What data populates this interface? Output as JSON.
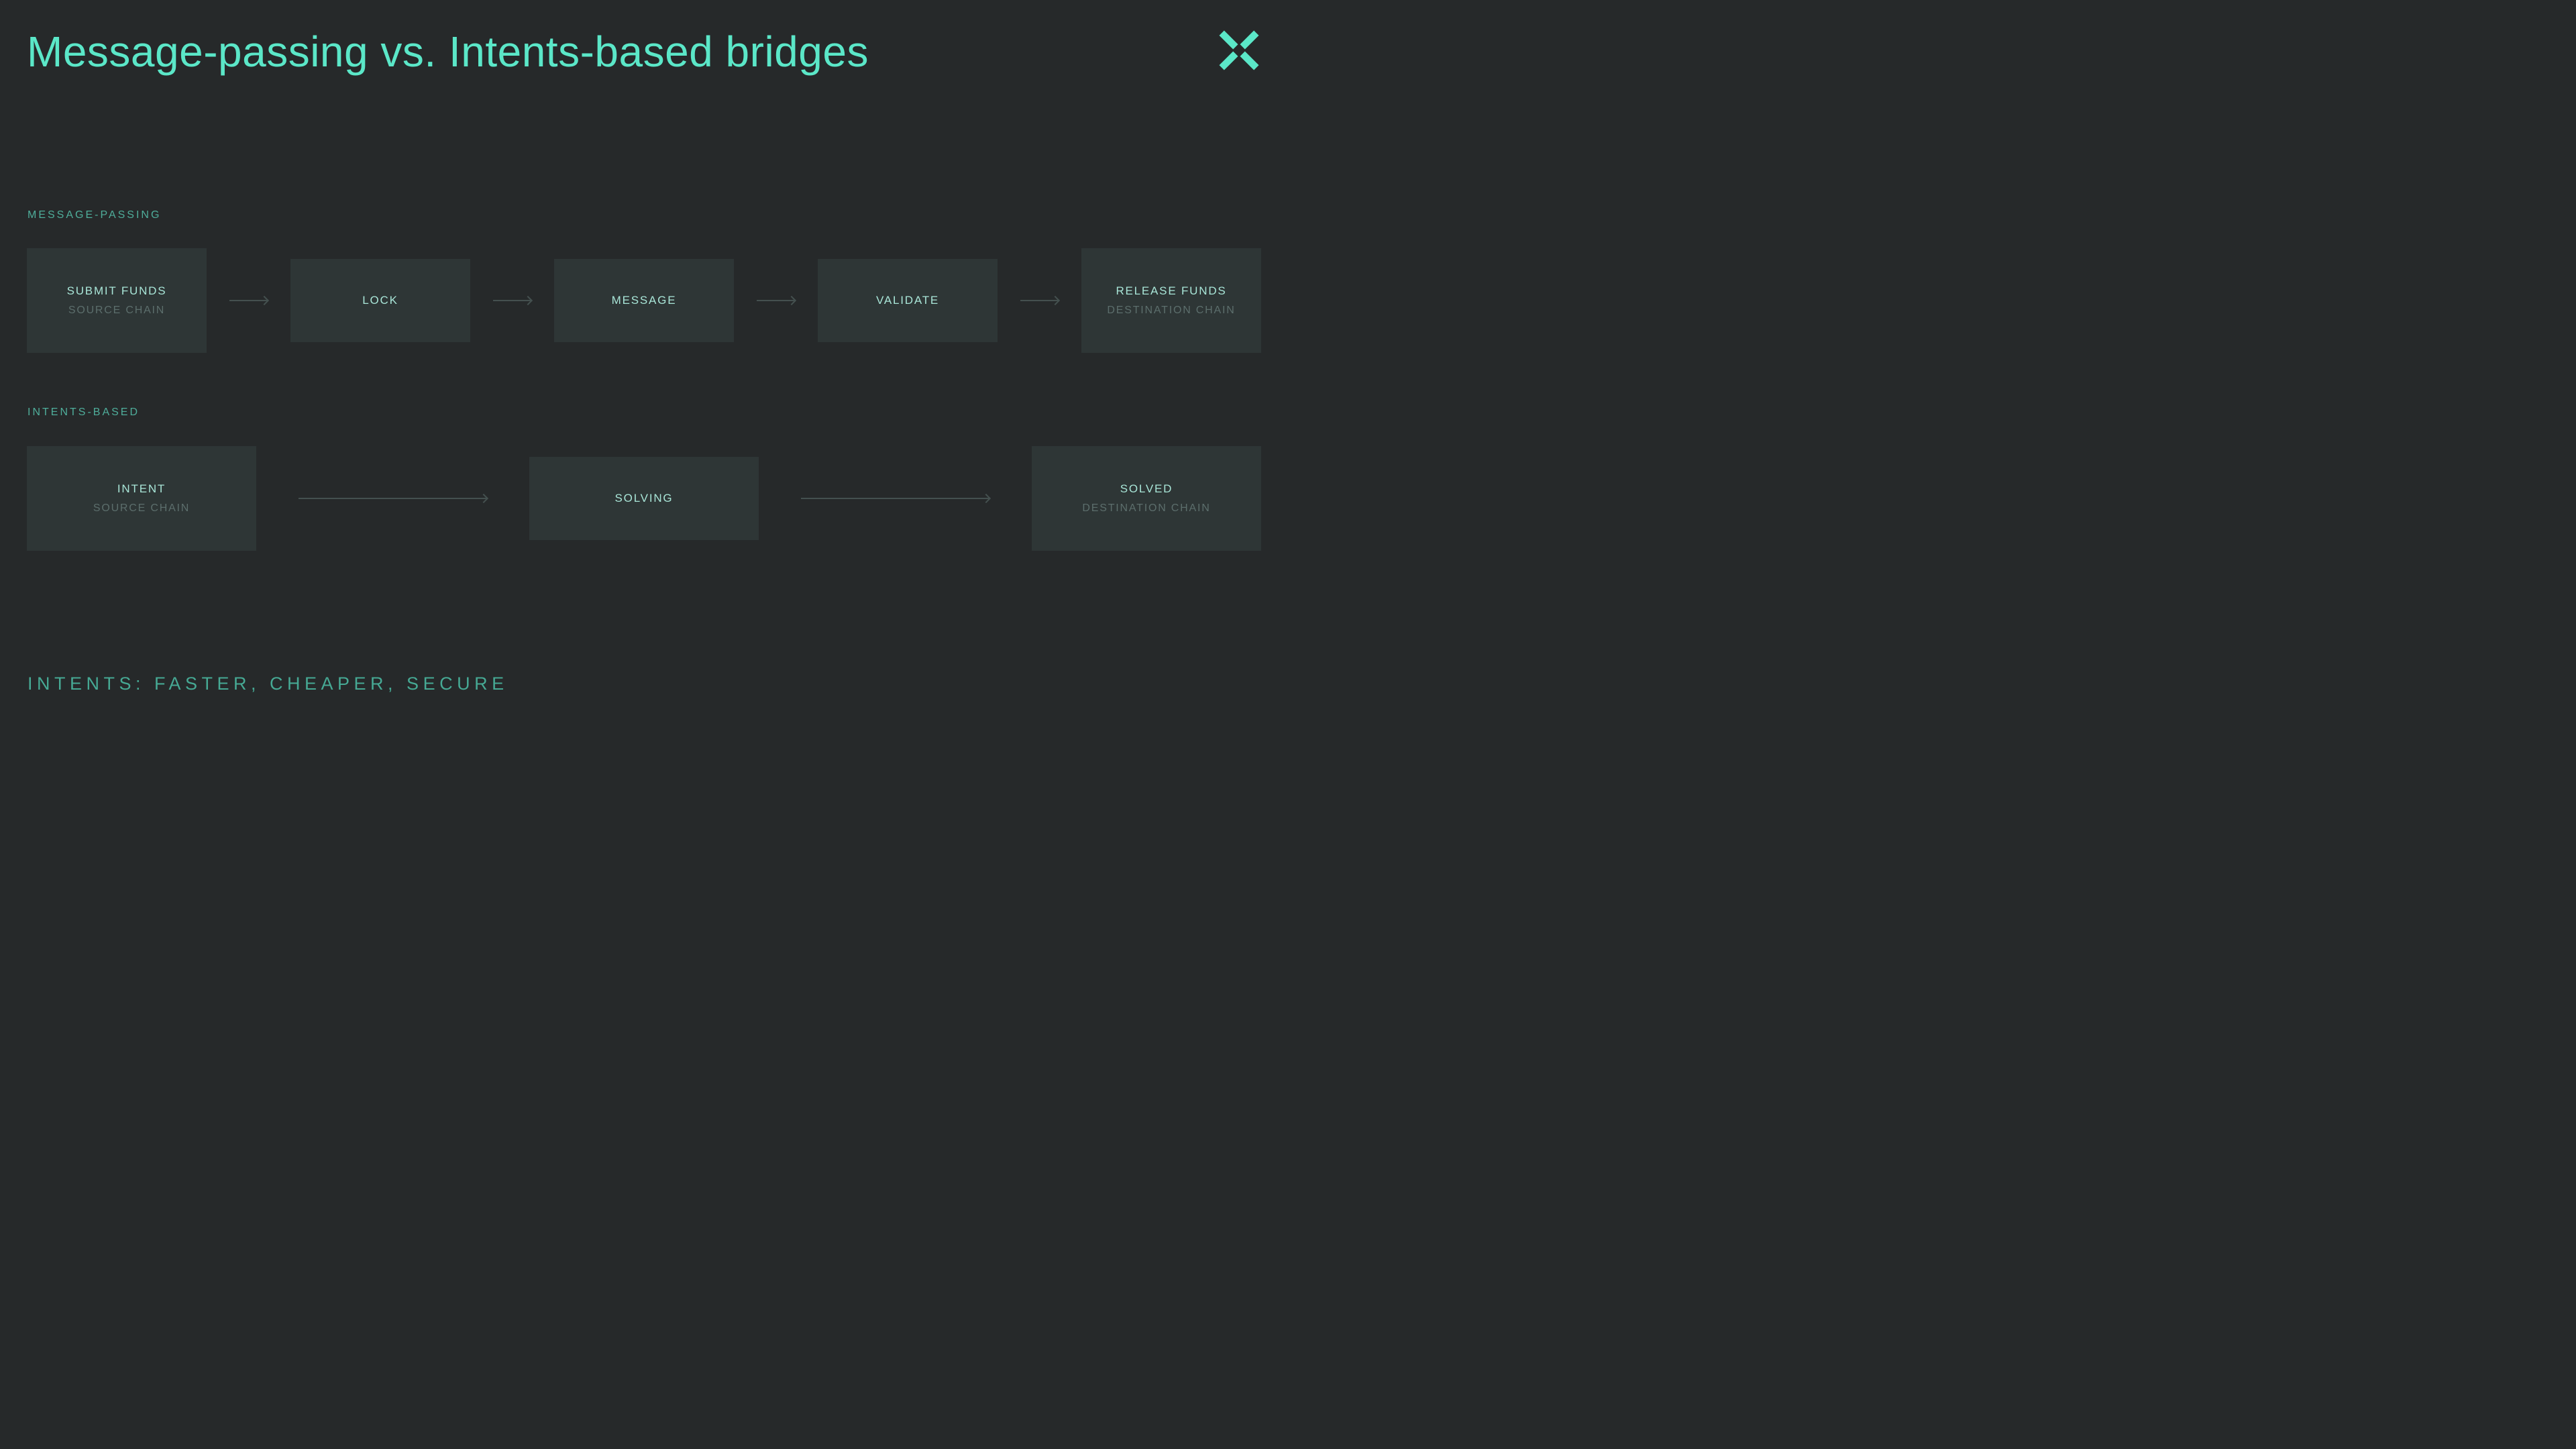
{
  "header": {
    "title": "Message-passing vs. Intents-based bridges"
  },
  "flows": [
    {
      "label": "MESSAGE-PASSING",
      "steps": [
        {
          "title": "SUBMIT FUNDS",
          "subtitle": "SOURCE CHAIN"
        },
        {
          "title": "LOCK"
        },
        {
          "title": "MESSAGE"
        },
        {
          "title": "VALIDATE"
        },
        {
          "title": "RELEASE FUNDS",
          "subtitle": "DESTINATION CHAIN"
        }
      ]
    },
    {
      "label": "INTENTS-BASED",
      "steps": [
        {
          "title": "INTENT",
          "subtitle": "SOURCE CHAIN"
        },
        {
          "title": "SOLVING"
        },
        {
          "title": "SOLVED",
          "subtitle": "DESTINATION CHAIN"
        }
      ]
    }
  ],
  "footer": {
    "tagline": "INTENTS: FASTER, CHEAPER, SECURE"
  },
  "icons": {
    "logo": "x-logo"
  },
  "colors": {
    "background": "#26292A",
    "panel": "#2E3636",
    "accent": "#5BE7C8",
    "accent_dim": "#4FAE9B",
    "box_title": "#A9E6D8",
    "box_subtitle": "#5C6E6C",
    "arrow": "#44504F",
    "tagline": "#46A994"
  }
}
